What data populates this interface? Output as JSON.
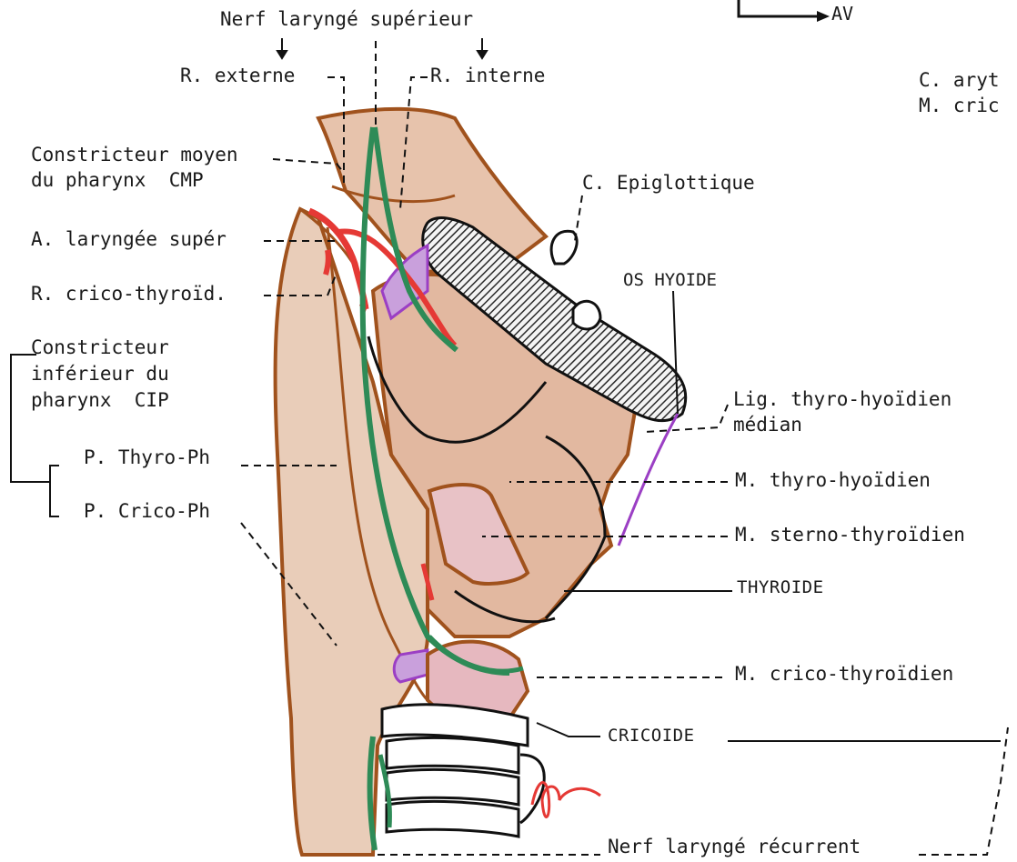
{
  "labels": {
    "nerf_laryng_sup": "Nerf laryngé supérieur",
    "r_externe": "R. externe",
    "r_interne": "R. interne",
    "av": "AV",
    "c_aryt": "C. aryt",
    "m_cric": "M. cric",
    "cmp_line1": "Constricteur moyen",
    "cmp_line2": "du pharynx  CMP",
    "c_epiglottique": "C. Epiglottique",
    "a_laryngee_sup": "A. laryngée supér",
    "os_hyoide": "OS HYOIDE",
    "r_crico_thyroid": "R. crico-thyroïd.",
    "cip_line1": "Constricteur",
    "cip_line2": "inférieur du",
    "cip_line3": "pharynx  CIP",
    "lig_thyro_hyoidien_1": "Lig. thyro-hyoïdien",
    "lig_thyro_hyoidien_2": "médian",
    "p_thyro_ph": "P. Thyro-Ph",
    "m_thyro_hyoidien": "M. thyro-hyoïdien",
    "p_crico_ph": "P. Crico-Ph",
    "m_sterno_thyroidien": "M. sterno-thyroïdien",
    "thyroide": "THYROIDE",
    "m_crico_thyroidien": "M. crico-thyroïdien",
    "cricoide": "CRICOIDE",
    "nerf_laryng_recurrent": "Nerf laryngé récurrent"
  },
  "colors": {
    "constrictor_outline": "#a0521d",
    "muscle_fill": "#e8c9b6",
    "nerve": "#2e8b57",
    "artery": "#e53935",
    "membrane": "#9b3fc4",
    "hyoid": "#333333",
    "cartilage_outline": "#111111"
  }
}
